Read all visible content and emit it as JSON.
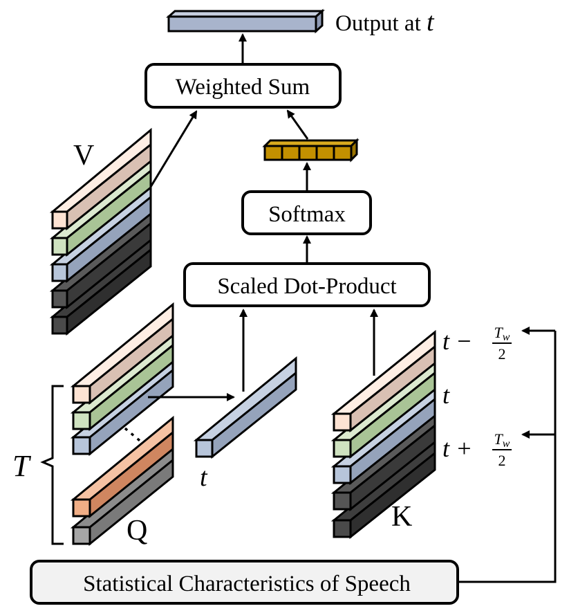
{
  "blocks": {
    "weighted_sum": "Weighted Sum",
    "softmax": "Softmax",
    "scaled_dot_product": "Scaled Dot-Product",
    "stats": "Statistical Characteristics of Speech"
  },
  "labels": {
    "output": "Output at ",
    "output_t": "t",
    "V": "V",
    "Q": "Q",
    "K": "K",
    "T": "T",
    "t_query": "t",
    "dots": "⋮"
  },
  "k_window": {
    "top_prefix": "t − ",
    "mid": "t",
    "bottom_prefix": "t + ",
    "frac_num": "Tw",
    "frac_den": "2"
  },
  "colors": {
    "peach": "#fde3d3",
    "green": "#cfe2c0",
    "blue": "#b7c5da",
    "gray_dark": "#555555",
    "gray_darker": "#4a4a4a",
    "orange": "#f0ae86",
    "gray_light": "#a6a6a6",
    "gold": "#c39000",
    "output_bar": "#a8b4cc",
    "stats_fill": "#f2f2f2"
  }
}
